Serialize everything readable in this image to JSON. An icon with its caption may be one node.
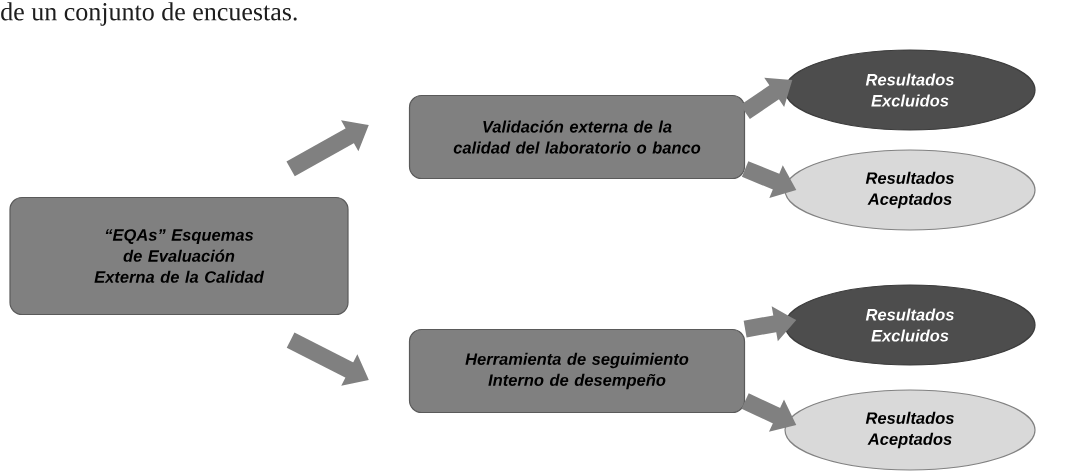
{
  "diagram": {
    "nodes": [
      {
        "text": [
          "“EQAs” Esquemas de  Evaluación Externa de la Calidad"
        ]
      },
      {
        "text": [
          "Validación externa de la calidad del laboratorio o banco"
        ]
      },
      {
        "text": [
          "Resultados Excluidos"
        ]
      },
      {
        "text": [
          "Resultados Aceptados"
        ]
      },
      {
        "text": [
          "Herramienta de seguimiento Interno de desempeño"
        ]
      },
      {
        "text": [
          "Resultados Excluidos"
        ]
      },
      {
        "text": [
          "Resultados Aceptados"
        ]
      }
    ],
    "edges": [
      {
        "from": 0,
        "to": 1,
        "arrow": "to"
      },
      {
        "from": 0,
        "to": 4,
        "arrow": "to"
      },
      {
        "from": 1,
        "to": 2,
        "arrow": "to"
      },
      {
        "from": 1,
        "to": 3,
        "arrow": "to"
      },
      {
        "from": 4,
        "to": 5,
        "arrow": "to"
      },
      {
        "from": 4,
        "to": 6,
        "arrow": "to"
      }
    ],
    "labels": [
      "de un conjunto de encuestas."
    ]
  }
}
